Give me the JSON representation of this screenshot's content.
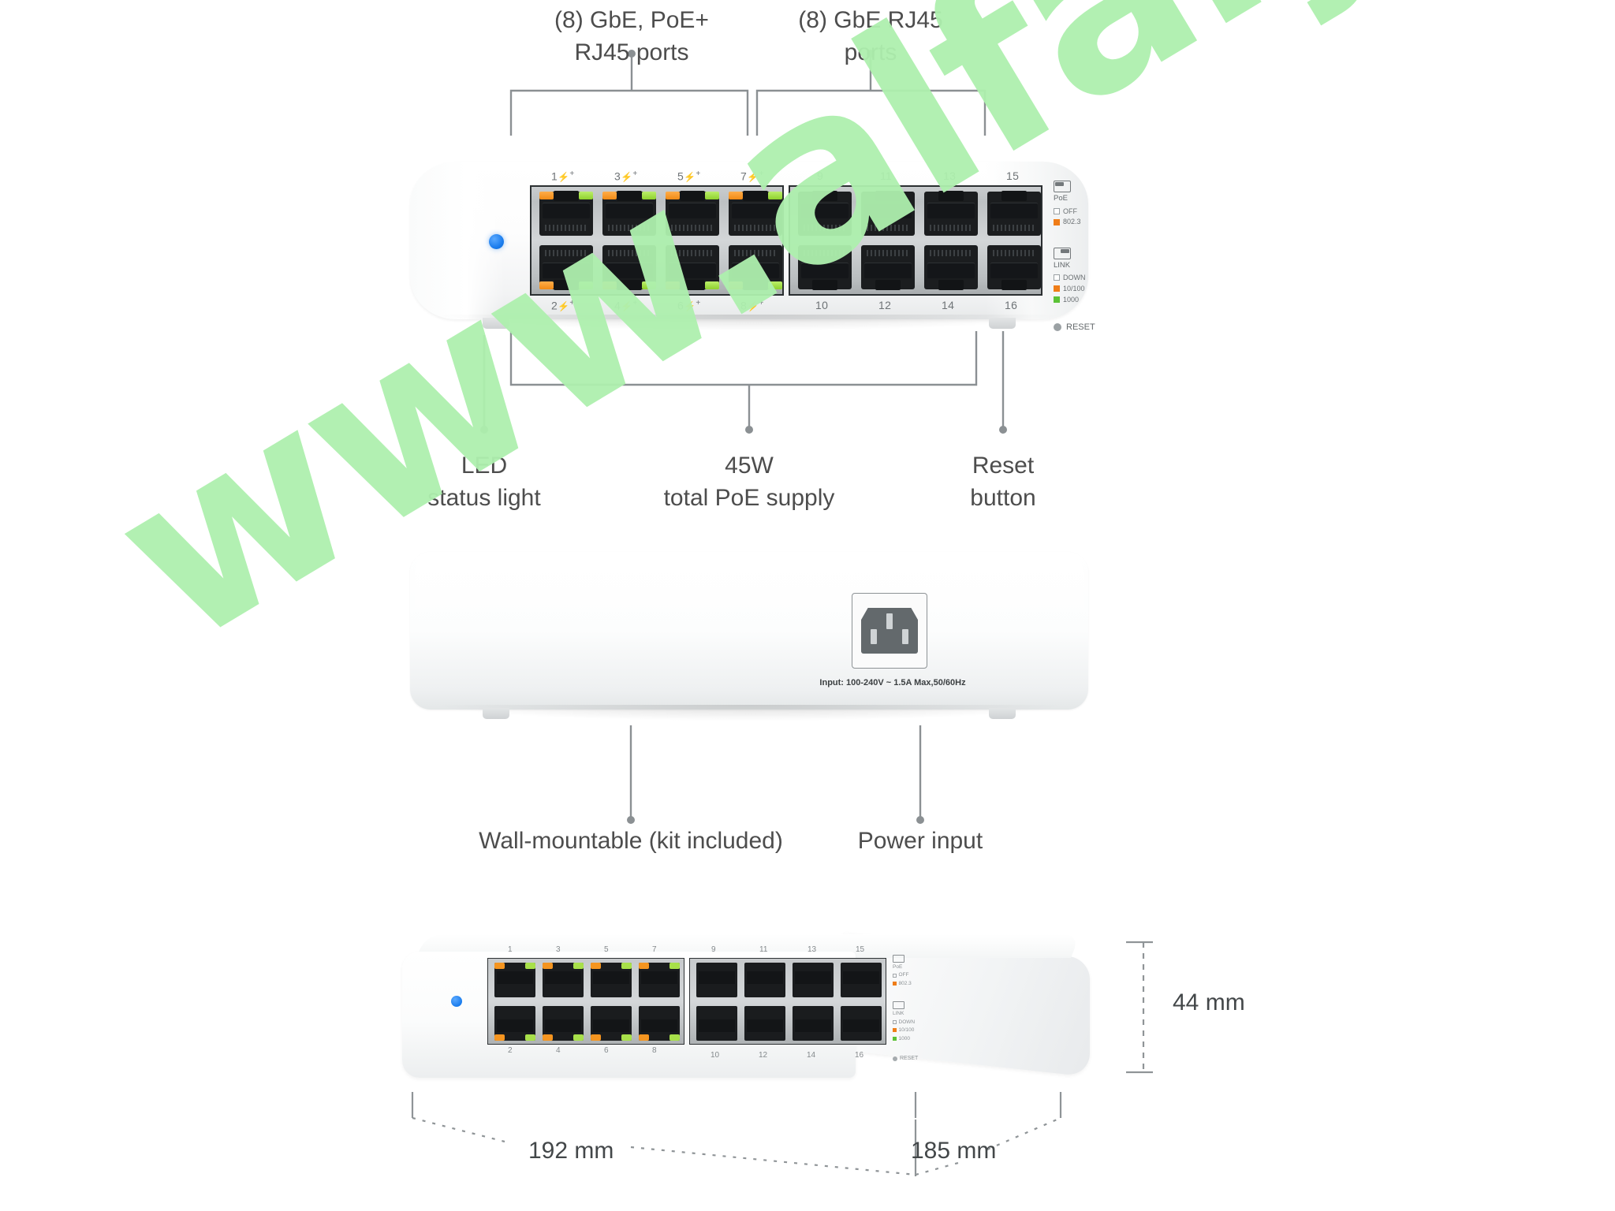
{
  "watermark": {
    "text": "www.alfalyd.com",
    "color": "#aef0ae"
  },
  "callouts": {
    "poe_ports": "(8) GbE, PoE+\nRJ45 ports",
    "gbe_ports": "(8) GbE RJ45\nports",
    "led_status": "LED\nstatus light",
    "poe_supply": "45W\ntotal PoE supply",
    "reset_button": "Reset\nbutton",
    "wall_mount": "Wall-mountable (kit included)",
    "power_input": "Power input"
  },
  "front_view": {
    "led_color": "#1a7ced",
    "poe_bank": {
      "top_labels": [
        "1",
        "3",
        "5",
        "7"
      ],
      "bottom_labels": [
        "2",
        "4",
        "6",
        "8"
      ],
      "poe_marker": "⚡",
      "poe_plus": "+",
      "led_left_color": "#f08a15",
      "led_right_color": "#8fd12e"
    },
    "std_bank": {
      "top_labels": [
        "9",
        "11",
        "13",
        "15"
      ],
      "bottom_labels": [
        "10",
        "12",
        "14",
        "16"
      ]
    },
    "legend": {
      "poe_title": "PoE",
      "poe_rows": [
        {
          "label": "OFF",
          "swatch": "off"
        },
        {
          "label": "802.3",
          "swatch": "or"
        }
      ],
      "link_title": "LINK",
      "link_rows": [
        {
          "label": "DOWN",
          "swatch": "off"
        },
        {
          "label": "10/100",
          "swatch": "or"
        },
        {
          "label": "1000",
          "swatch": "gr"
        }
      ],
      "reset_label": "RESET"
    }
  },
  "rear_view": {
    "input_rating": "Input: 100-240V ~ 1.5A Max,50/60Hz"
  },
  "iso_view": {
    "poe_top_labels": [
      "1",
      "3",
      "5",
      "7"
    ],
    "poe_bottom_labels": [
      "2",
      "4",
      "6",
      "8"
    ],
    "std_top_labels": [
      "9",
      "11",
      "13",
      "15"
    ],
    "std_bottom_labels": [
      "10",
      "12",
      "14",
      "16"
    ],
    "legend": {
      "poe_title": "PoE",
      "poe_rows": [
        {
          "label": "OFF",
          "swatch": "off"
        },
        {
          "label": "802.3",
          "swatch": "or"
        }
      ],
      "link_title": "LINK",
      "link_rows": [
        {
          "label": "DOWN",
          "swatch": "off"
        },
        {
          "label": "10/100",
          "swatch": "or"
        },
        {
          "label": "1000",
          "swatch": "gr"
        }
      ],
      "reset_label": "RESET"
    }
  },
  "dimensions": {
    "height": "44 mm",
    "width": "192 mm",
    "depth": "185 mm"
  }
}
